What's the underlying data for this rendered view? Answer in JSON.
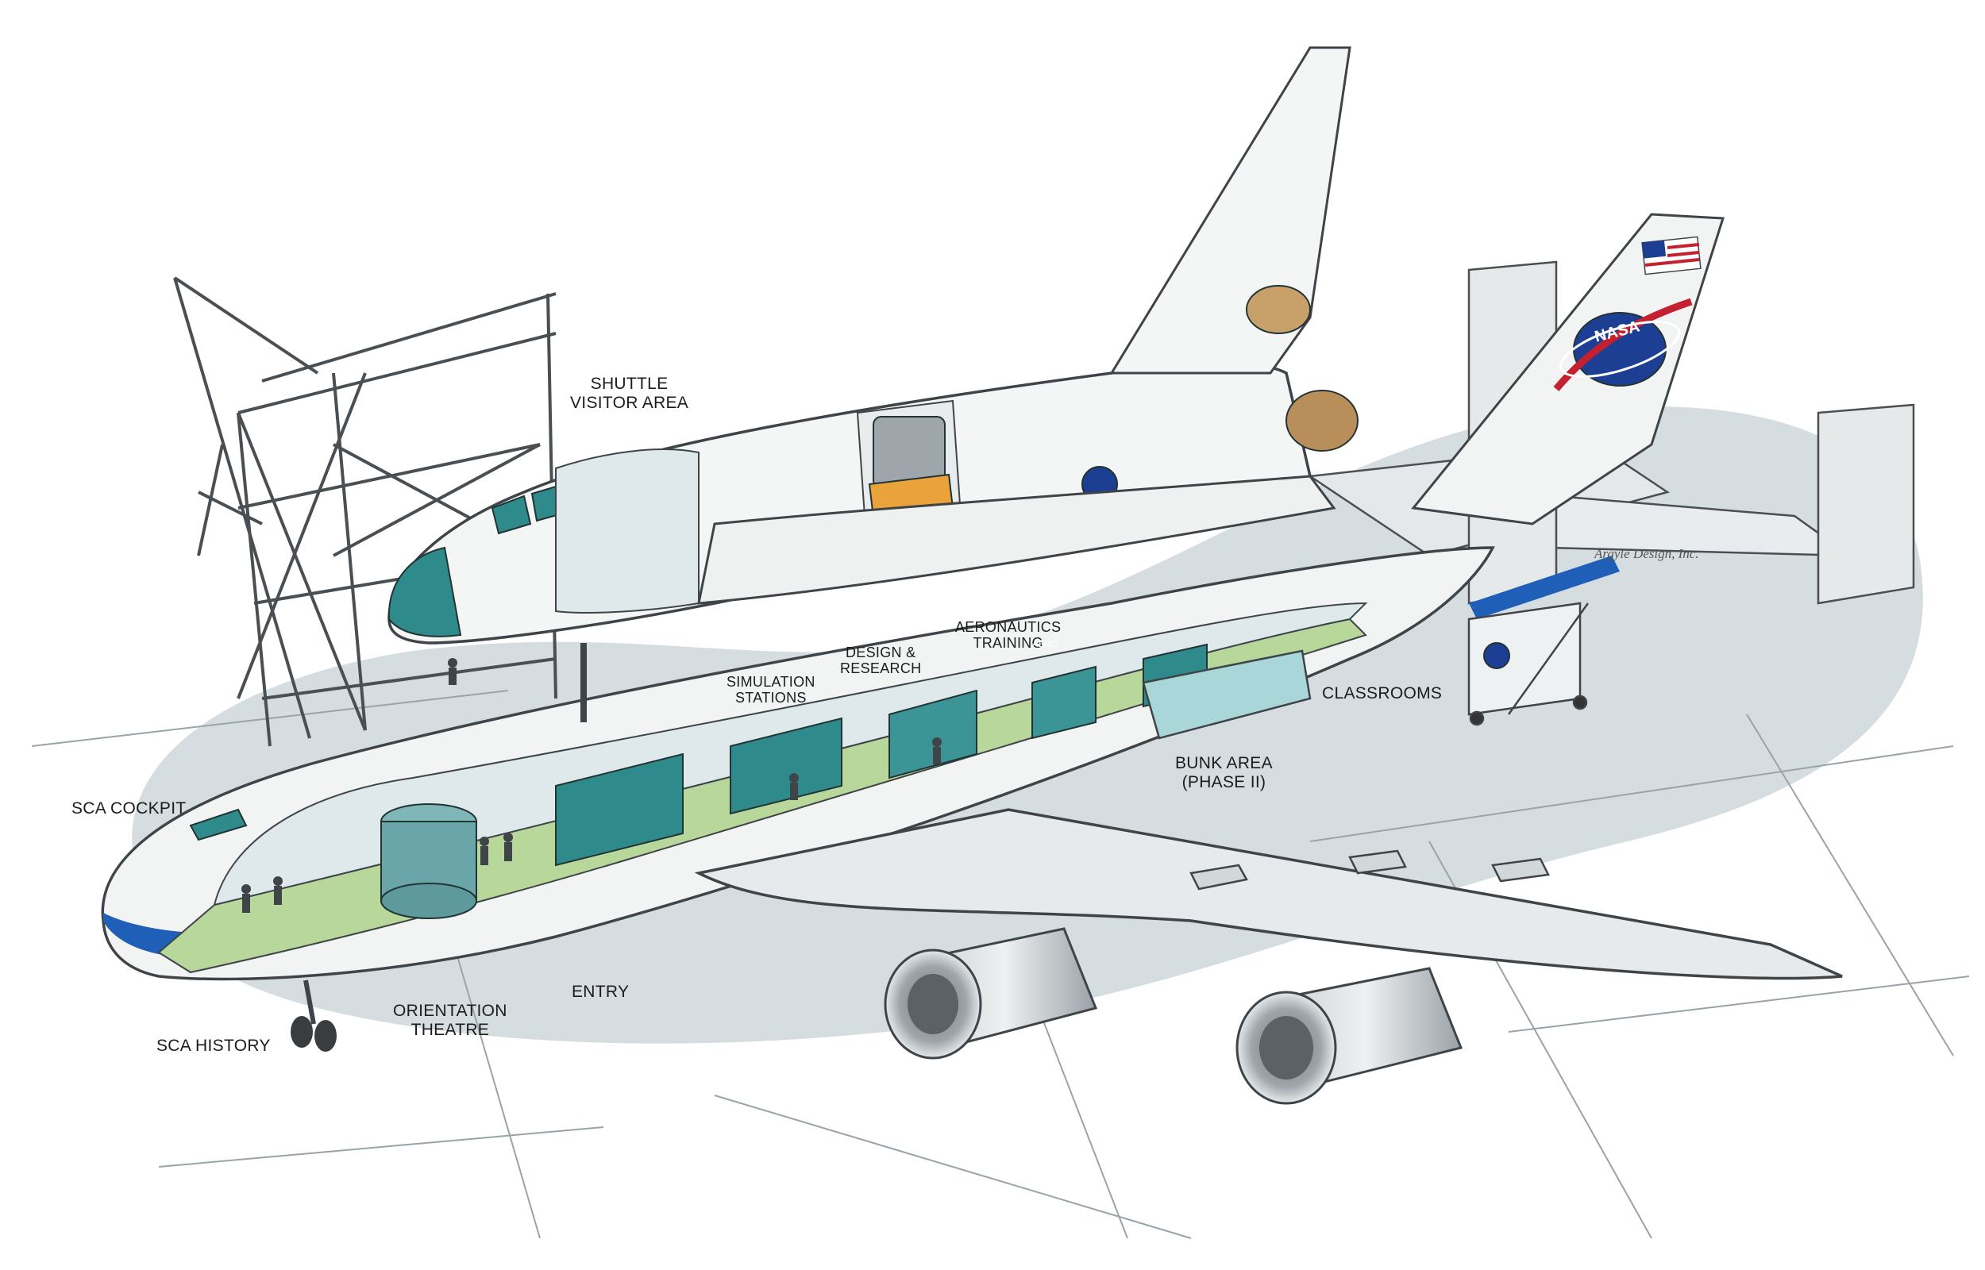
{
  "labels": {
    "shuttle_visitor_area": [
      "SHUTTLE",
      "VISITOR AREA"
    ],
    "sca_cockpit": "SCA COCKPIT",
    "simulation_stations": [
      "SIMULATION",
      "STATIONS"
    ],
    "design_research": [
      "DESIGN &",
      "RESEARCH"
    ],
    "aeronautics_training": [
      "AERONAUTICS",
      "TRAINING"
    ],
    "classrooms": "CLASSROOMS",
    "bunk_area": [
      "BUNK AREA",
      "(PHASE II)"
    ],
    "entry": "ENTRY",
    "orientation_theatre": [
      "ORIENTATION",
      "THEATRE"
    ],
    "sca_history": "SCA HISTORY"
  },
  "credit": "Argyle Design, Inc.",
  "markings": {
    "nasa_logo_text": "NASA",
    "aero_sign": "AERO"
  },
  "colors": {
    "fuselage": "#f2f4f3",
    "teal": "#2f8a8c",
    "floor_green": "#b8d79a",
    "ground_shadow": "#d6dde0",
    "blue_stripe": "#1f5fb8",
    "nasa_red": "#c4202f",
    "nasa_blue": "#1c3f94"
  }
}
